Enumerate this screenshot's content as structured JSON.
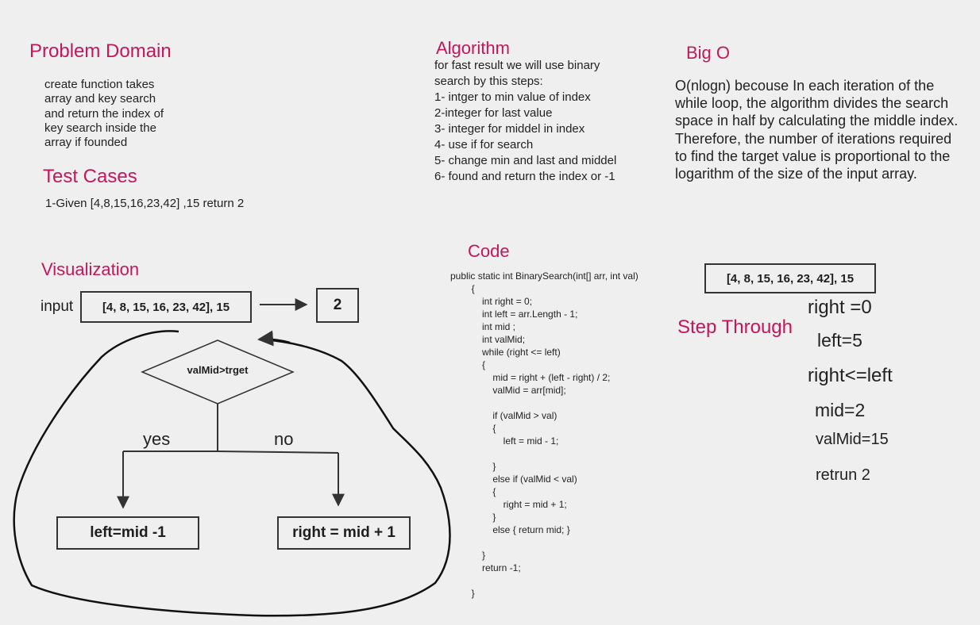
{
  "problem_domain": {
    "title": "Problem Domain",
    "text": "create function takes\narray and key search\nand return the index of\nkey search inside the\narray if founded"
  },
  "test_cases": {
    "title": "Test Cases",
    "text": "1-Given [4,8,15,16,23,42] ,15 return 2"
  },
  "algorithm": {
    "title": "Algorithm",
    "text": "for fast result we will use binary\nsearch by this steps:\n1- intger to min value of index\n2-integer for last value\n3- integer for middel in index\n4- use if for search\n5- change min and last and middel\n6- found and return the index or -1"
  },
  "big_o": {
    "title": "Big O",
    "text": "O(nlogn) becouse In each iteration of the\nwhile loop, the algorithm divides the search\nspace in half by calculating the middle index.\nTherefore, the number of iterations required\nto find the target value is proportional to the\nlogarithm of the size of the input array."
  },
  "visualization": {
    "title": "Visualization",
    "input_label": "input",
    "input_box": "[4, 8, 15, 16, 23, 42], 15",
    "output_box": "2",
    "decision": "valMid>trget",
    "yes_label": "yes",
    "no_label": "no",
    "left_box": "left=mid -1",
    "right_box": "right = mid + 1"
  },
  "code": {
    "title": "Code",
    "text": "public static int BinarySearch(int[] arr, int val)\n        {\n            int right = 0;\n            int left = arr.Length - 1;\n            int mid ;\n            int valMid;\n            while (right <= left)\n            {\n                mid = right + (left - right) / 2;\n                valMid = arr[mid];\n\n                if (valMid > val)\n                {\n                    left = mid - 1;\n\n                }\n                else if (valMid < val)\n                {\n                    right = mid + 1;\n                }\n                else { return mid; }\n\n            }\n            return -1;\n\n        }"
  },
  "step_through": {
    "title": "Step Through",
    "input_box": "[4, 8, 15, 16, 23, 42], 15",
    "steps": [
      "right =0",
      "left=5",
      "right<=left",
      "mid=2",
      "valMid=15",
      "retrun 2"
    ]
  }
}
